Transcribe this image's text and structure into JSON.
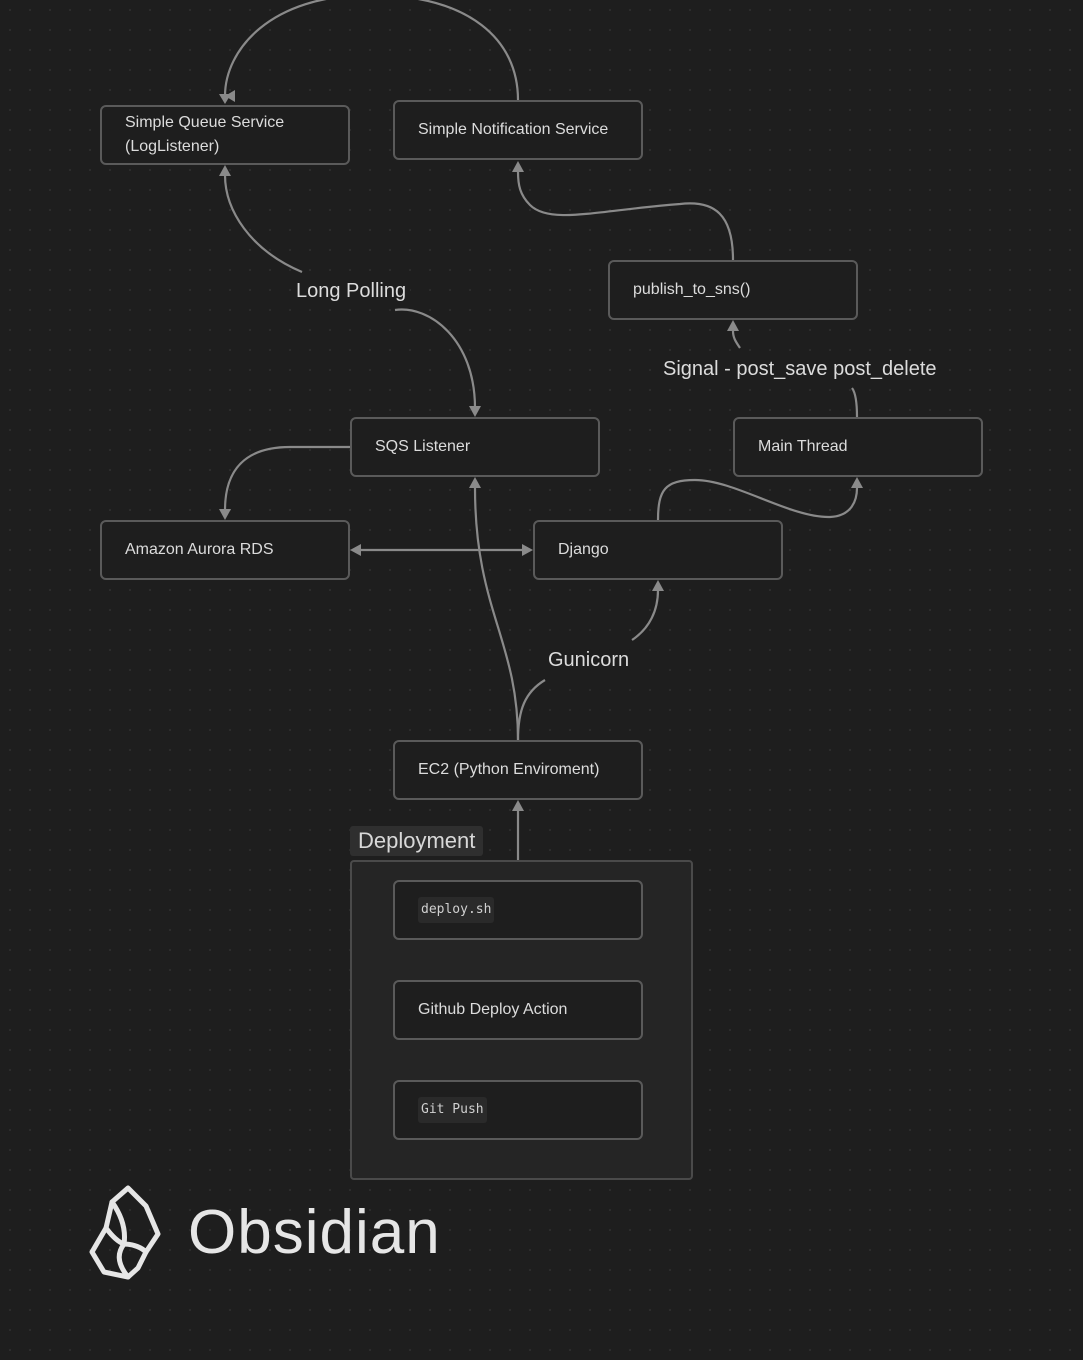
{
  "diagram": {
    "group": {
      "label": "Deployment"
    },
    "nodes": {
      "sqs": {
        "label": "Simple Queue Service\n(LogListener)"
      },
      "sns": {
        "label": "Simple Notification Service"
      },
      "publish": {
        "label": "publish_to_sns()"
      },
      "sqs_listener": {
        "label": "SQS Listener"
      },
      "main_thread": {
        "label": "Main Thread"
      },
      "aurora": {
        "label": "Amazon Aurora RDS"
      },
      "django": {
        "label": "Django"
      },
      "ec2": {
        "label": "EC2 (Python Enviroment)"
      },
      "deploy_sh": {
        "label": "deploy.sh"
      },
      "github_action": {
        "label": "Github Deploy Action"
      },
      "git_push": {
        "label": "Git Push"
      }
    },
    "edge_labels": {
      "long_polling": "Long Polling",
      "signal": "Signal - post_save post_delete",
      "gunicorn": "Gunicorn"
    },
    "colors": {
      "background": "#1e1e1e",
      "node_border": "#5a5a5a",
      "edge": "#8a8a8a",
      "text": "#dcdcdc"
    }
  },
  "logo": {
    "icon": "obsidian-logo-icon",
    "wordmark": "Obsidian"
  }
}
